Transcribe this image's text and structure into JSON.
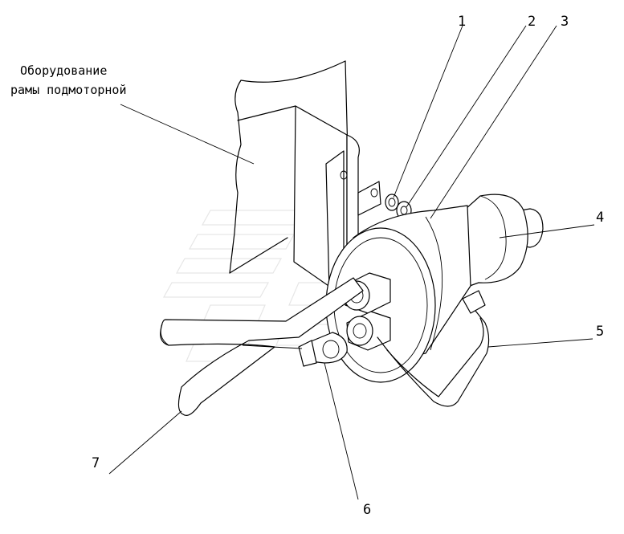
{
  "title_lines": [
    "Оборудование",
    "рамы подмоторной"
  ],
  "callouts": [
    "1",
    "2",
    "3",
    "4",
    "5",
    "6",
    "7"
  ]
}
